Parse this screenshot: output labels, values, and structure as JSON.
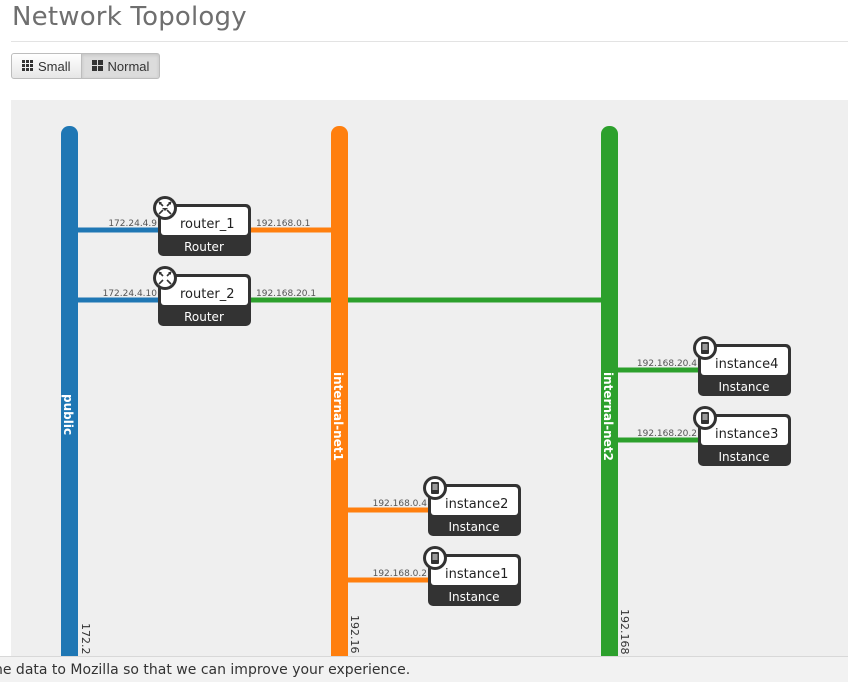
{
  "page": {
    "title": "Network Topology"
  },
  "toolbar": {
    "small_label": "Small",
    "normal_label": "Normal"
  },
  "networks": {
    "public": {
      "name": "public",
      "cidr": "172.2",
      "color": "#1f77b4"
    },
    "internal_net1": {
      "name": "internal-net1",
      "cidr": "192.16",
      "color": "#ff7f0e"
    },
    "internal_net2": {
      "name": "internal-net2",
      "cidr": "192.168",
      "color": "#2ca02c"
    }
  },
  "devices": {
    "router_1": {
      "name": "router_1",
      "type": "Router",
      "icon": "router-icon",
      "ip_public": "172.24.4.9",
      "ip_net1": "192.168.0.1"
    },
    "router_2": {
      "name": "router_2",
      "type": "Router",
      "icon": "router-icon",
      "ip_public": "172.24.4.10",
      "ip_net": "192.168.20.1"
    },
    "instance4": {
      "name": "instance4",
      "type": "Instance",
      "icon": "server-icon",
      "ip": "192.168.20.4"
    },
    "instance3": {
      "name": "instance3",
      "type": "Instance",
      "icon": "server-icon",
      "ip": "192.168.20.2"
    },
    "instance2": {
      "name": "instance2",
      "type": "Instance",
      "icon": "server-icon",
      "ip": "192.168.0.4"
    },
    "instance1": {
      "name": "instance1",
      "type": "Instance",
      "icon": "server-icon",
      "ip": "192.168.0.2"
    }
  },
  "notification": {
    "text": "he data to Mozilla so that we can improve your experience."
  }
}
